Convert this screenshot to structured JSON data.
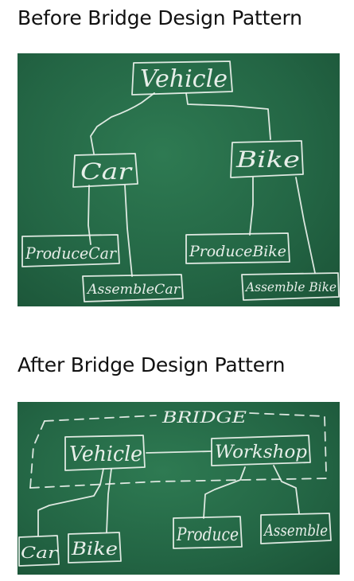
{
  "sections": {
    "before": {
      "title": "Before Bridge Design Pattern",
      "nodes": {
        "vehicle": "Vehicle",
        "car": "Car",
        "bike": "Bike",
        "produce_car": "ProduceCar",
        "assemble_car": "AssembleCar",
        "produce_bike": "ProduceBike",
        "assemble_bike": "Assemble Bike"
      }
    },
    "after": {
      "title": "After Bridge Design Pattern",
      "bridge_label": "BRIDGE",
      "nodes": {
        "vehicle": "Vehicle",
        "workshop": "Workshop",
        "car": "Car",
        "bike": "Bike",
        "produce": "Produce",
        "assemble": "Assemble"
      }
    }
  },
  "colors": {
    "board": "#236544",
    "chalk": "#eef3ee",
    "heading_text": "#111111"
  }
}
